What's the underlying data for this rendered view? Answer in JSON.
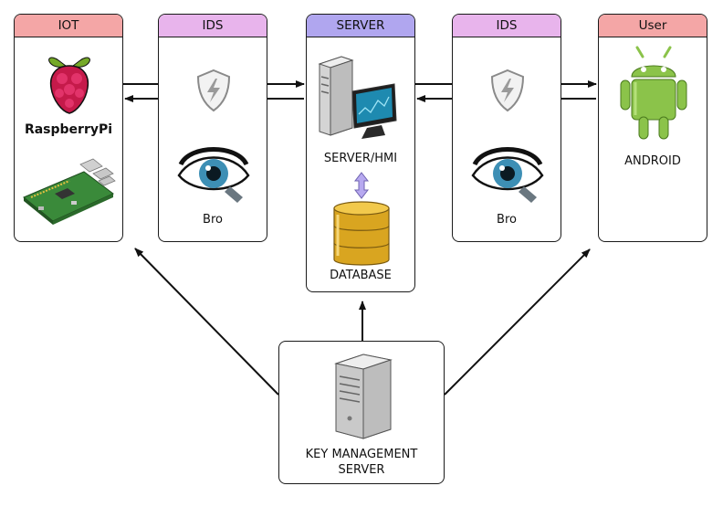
{
  "colors": {
    "iot_header": "#f4a6a6",
    "ids_header": "#e8b4ec",
    "server_header": "#b0a6ef",
    "user_header": "#f4a6a6"
  },
  "panels": {
    "iot": {
      "title": "IOT",
      "brand": "RaspberryPi",
      "icons": [
        "raspberry-logo-icon",
        "raspberry-board-icon"
      ]
    },
    "ids_left": {
      "title": "IDS",
      "label": "Bro",
      "icons": [
        "shield-icon",
        "bro-eye-icon"
      ]
    },
    "server": {
      "title": "SERVER",
      "server_label": "SERVER/HMI",
      "db_label": "DATABASE",
      "icons": [
        "server-monitor-icon",
        "double-arrow-icon",
        "database-icon"
      ]
    },
    "ids_right": {
      "title": "IDS",
      "label": "Bro",
      "icons": [
        "shield-icon",
        "bro-eye-icon"
      ]
    },
    "user": {
      "title": "User",
      "label": "ANDROID",
      "icons": [
        "android-icon"
      ]
    }
  },
  "kms": {
    "line1": "KEY MANAGEMENT",
    "line2": "SERVER",
    "icons": [
      "server-tower-icon"
    ]
  }
}
